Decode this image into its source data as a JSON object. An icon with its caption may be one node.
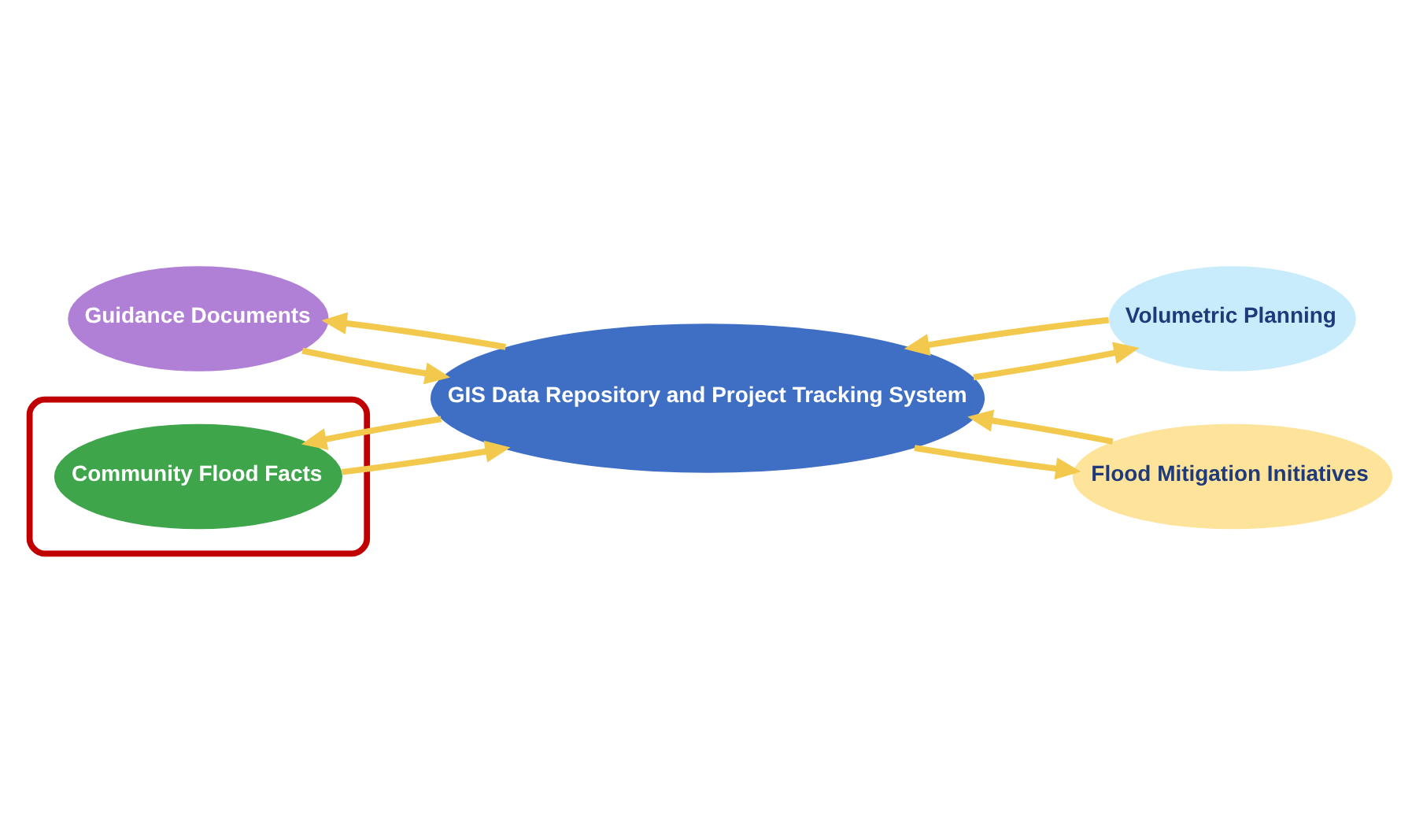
{
  "diagram": {
    "nodes": [
      {
        "text": [
          "Guidance Documents"
        ]
      },
      {
        "text": [
          "Volumetric Planning"
        ]
      },
      {
        "text": [
          "GIS Data Repository and Project Tracking System"
        ]
      },
      {
        "text": [],
        "shape": "ellipse"
      },
      {
        "text": [
          "Community Flood Facts"
        ],
        "in": 3
      },
      {
        "text": [
          "Flood Mitigation Initiatives"
        ]
      }
    ],
    "edges": [
      {
        "from": 2,
        "to": 0,
        "arrow": "to"
      },
      {
        "from": 0,
        "to": 2,
        "arrow": "to"
      },
      {
        "from": 2,
        "to": 1,
        "arrow": "to"
      },
      {
        "from": 1,
        "to": 2,
        "arrow": "to"
      },
      {
        "from": 2,
        "to": 4,
        "arrow": "to"
      },
      {
        "from": 4,
        "to": 2,
        "arrow": "to"
      },
      {
        "from": 2,
        "to": 5,
        "arrow": "to"
      },
      {
        "from": 5,
        "to": 2,
        "arrow": "to"
      }
    ]
  }
}
